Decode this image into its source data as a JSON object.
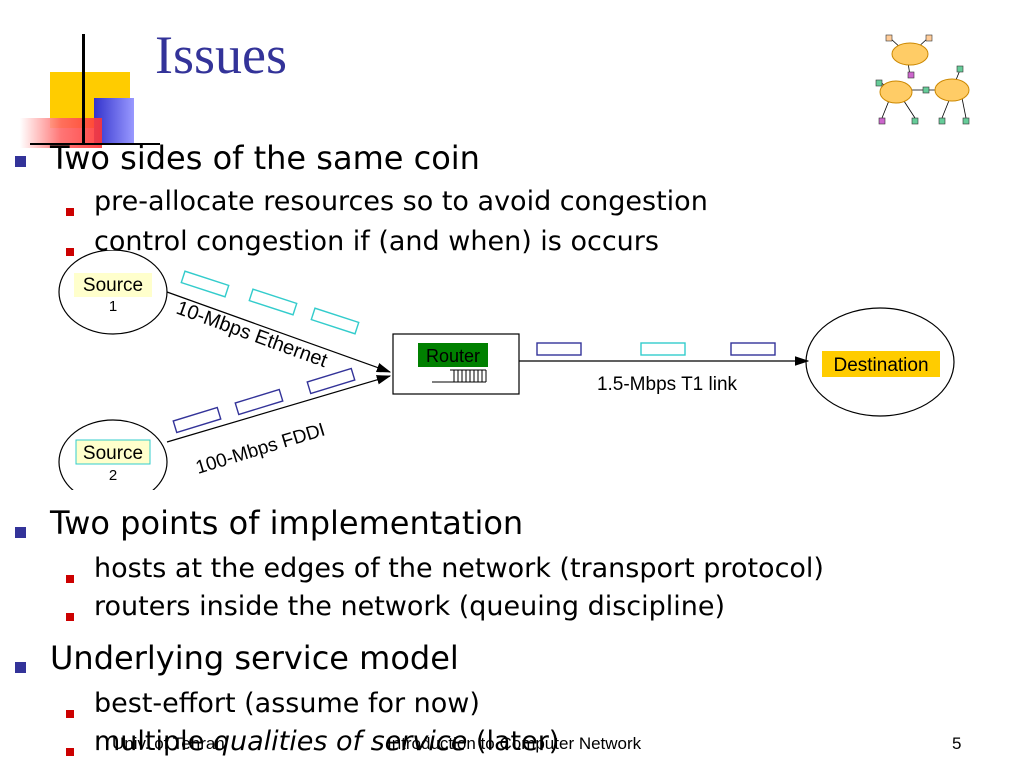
{
  "slide": {
    "title": "Issues",
    "page_number": "5"
  },
  "bullets": {
    "b1": "Two sides of the same coin",
    "b1_sub1": "pre-allocate resources so to avoid congestion",
    "b1_sub2": "control congestion if (and when) is occurs",
    "b2": "Two points of implementation",
    "b2_sub1": "hosts at the edges of the network (transport protocol)",
    "b2_sub2": "routers inside the network (queuing discipline)",
    "b3": "Underlying service model",
    "b3_sub1": "best-effort (assume for now)",
    "b3_sub2_pre": "multiple ",
    "b3_sub2_italic": "qualities of service",
    "b3_sub2_post": " (later)"
  },
  "diagram": {
    "source1": "Source",
    "source1_num": "1",
    "source2": "Source",
    "source2_num": "2",
    "router": "Router",
    "destination": "Destination",
    "link_ethernet": "10-Mbps Ethernet",
    "link_fddi": "100-Mbps FDDI",
    "link_t1": "1.5-Mbps T1 link"
  },
  "footer": {
    "left": "Univ. of Tehran",
    "center": "Introduction to Computer Network"
  },
  "colors": {
    "title": "#333399",
    "l1_bullet": "#333399",
    "l2_bullet": "#cc0000",
    "router_box": "#008000",
    "destination_box": "#ffcc00",
    "packet_cyan": "#33cccc",
    "packet_blue": "#333399"
  }
}
